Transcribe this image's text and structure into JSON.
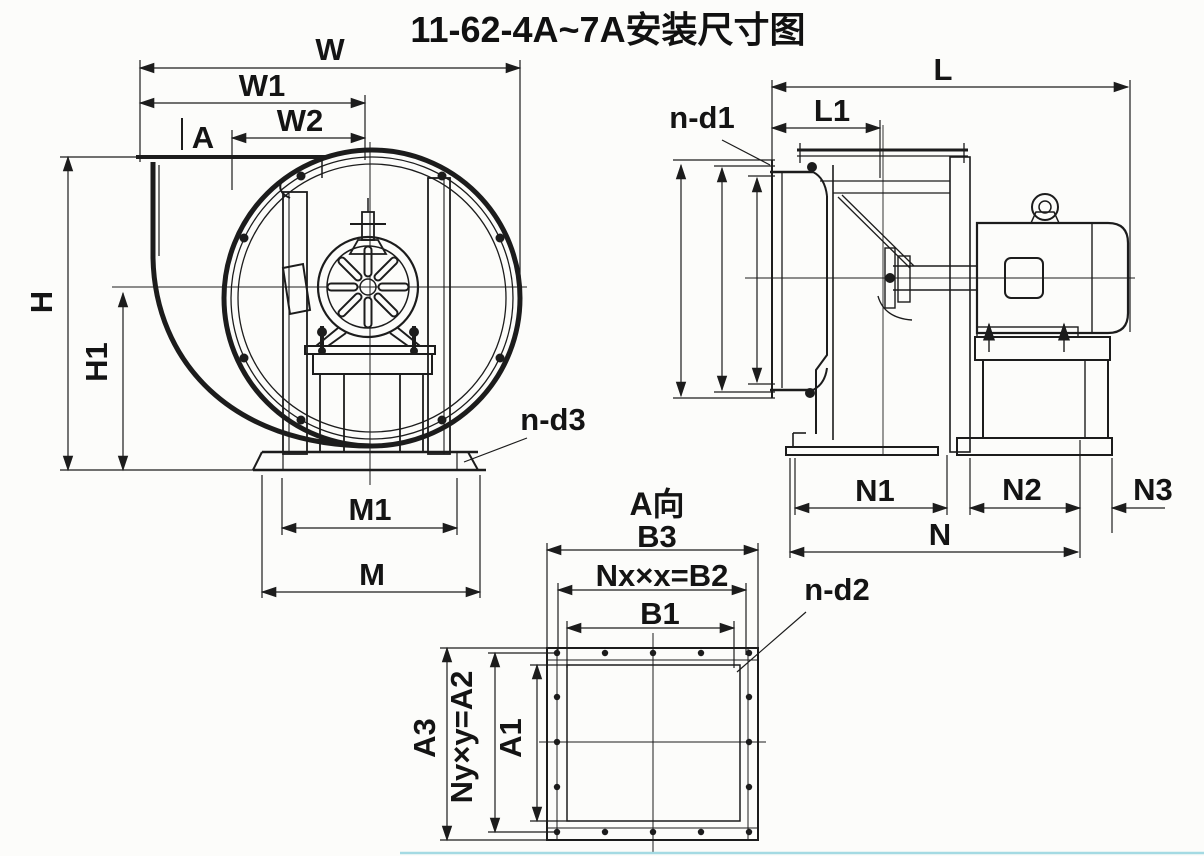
{
  "title": "11-62-4A~7A安装尺寸图",
  "colors": {
    "paper": "#fcfcfa",
    "ink": "#1c1c1c",
    "scan_artifact_cyan": "#8fd2de"
  },
  "front_view": {
    "dims": {
      "w": "W",
      "w1": "W1",
      "w2": "W2",
      "a": "A",
      "h": "H",
      "h1": "H1",
      "m1": "M1",
      "m": "M"
    },
    "leader": "n-d3"
  },
  "side_view": {
    "dims": {
      "l": "L",
      "l1": "L1",
      "n1": "N1",
      "n2": "N2",
      "n3": "N3",
      "n": "N"
    },
    "leader": "n-d1"
  },
  "flange_view": {
    "view_label": "A向",
    "dims": {
      "b3": "B3",
      "b2": "Nx×x=B2",
      "b1": "B1",
      "a3": "A3",
      "a2": "Ny×y=A2",
      "a1": "A1"
    },
    "leader": "n-d2"
  }
}
